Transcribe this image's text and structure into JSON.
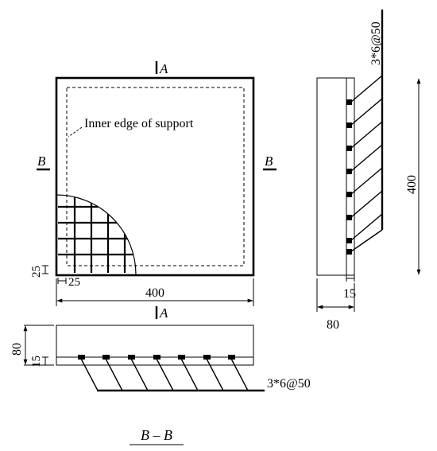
{
  "plan": {
    "support_note": "Inner edge of support",
    "section_mark_a": "A",
    "section_mark_b": "B",
    "dim_width": "400",
    "dim_edge_x": "25",
    "dim_edge_y": "25"
  },
  "side": {
    "dim_height": "400",
    "dim_thickness": "80",
    "dim_cover": "15",
    "reinforcement": "3*6@50"
  },
  "bottom": {
    "section_mark_a": "A",
    "dim_thickness": "80",
    "dim_cover": "15",
    "reinforcement": "3*6@50",
    "section_title": "B – B"
  },
  "colors": {
    "line": "#000000",
    "background": "#ffffff"
  }
}
